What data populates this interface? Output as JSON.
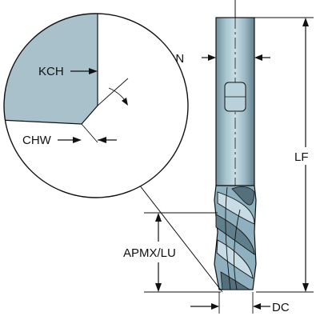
{
  "labels": {
    "kch": "KCH",
    "chw": "CHW",
    "dcon": "DCON",
    "lf": "LF",
    "apmx_lu": "APMX/LU",
    "dc": "DC"
  },
  "colors": {
    "tool_fill": "#8fb1bf",
    "tool_dark": "#54707c",
    "tool_light": "#c7dce4",
    "inset_material": "#a9c1cb",
    "line": "#111111",
    "background": "#ffffff"
  }
}
